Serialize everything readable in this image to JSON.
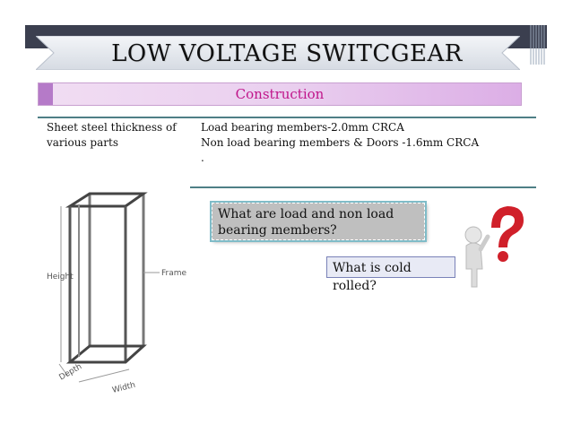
{
  "slide": {
    "title": "LOW VOLTAGE SWITCGEAR",
    "section": "Construction",
    "left_label": "Sheet steel thickness of various parts",
    "details": [
      "Load bearing members-2.0mm CRCA",
      "Non load bearing members & Doors -1.6mm CRCA",
      "."
    ],
    "question_1": "What are load and non load bearing members?",
    "question_2": "What is cold rolled?",
    "figure_labels": {
      "height": "Height",
      "frame": "Frame",
      "depth": "Depth",
      "width": "Width"
    },
    "colors": {
      "banner": "#3b3f4f",
      "section_text": "#c0158a",
      "rule": "#4e7f86",
      "question_mark": "#d0202a"
    },
    "icons": [
      "question-mark-figure-icon"
    ]
  }
}
